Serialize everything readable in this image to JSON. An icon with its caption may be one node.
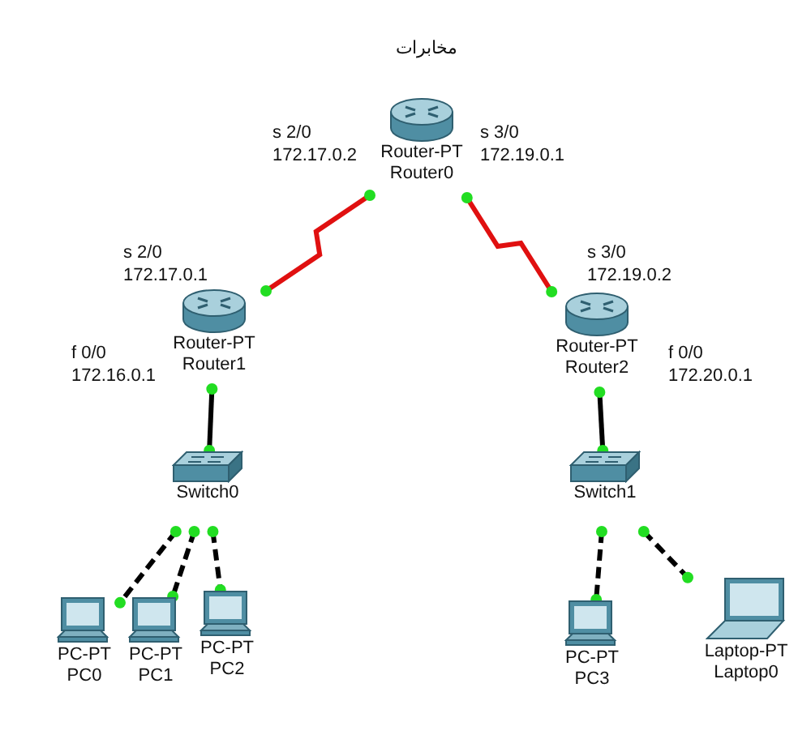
{
  "diagram": {
    "nodes": [
      {
        "text": [
          "Router-PT",
          "Router0"
        ]
      },
      {
        "text": [
          "Router-PT",
          "Router1"
        ]
      },
      {
        "text": [
          "Router-PT",
          "Router2"
        ]
      },
      {
        "text": [
          "Switch0"
        ]
      },
      {
        "text": [
          "Switch1"
        ]
      },
      {
        "text": [
          "PC-PT",
          "PC0"
        ]
      },
      {
        "text": [
          "PC-PT",
          "PC1"
        ]
      },
      {
        "text": [
          "PC-PT",
          "PC2"
        ]
      },
      {
        "text": [
          "PC-PT",
          "PC3"
        ]
      },
      {
        "text": [
          "Laptop-PT",
          "Laptop0"
        ]
      }
    ],
    "edges": [
      {
        "from": 0,
        "to": 1,
        "arrow": "other",
        "color": "#e01010"
      },
      {
        "from": 0,
        "to": 2,
        "arrow": "other",
        "color": "#e01010"
      },
      {
        "from": 1,
        "to": 3,
        "arrow": "other"
      },
      {
        "from": 2,
        "to": 4,
        "arrow": "other"
      },
      {
        "from": 3,
        "to": 5,
        "arrow": "other",
        "style": "dashed"
      },
      {
        "from": 3,
        "to": 6,
        "arrow": "other",
        "style": "dashed"
      },
      {
        "from": 3,
        "to": 7,
        "arrow": "other",
        "style": "dashed"
      },
      {
        "from": 4,
        "to": 8,
        "arrow": "other",
        "style": "dashed"
      },
      {
        "from": 4,
        "to": 9,
        "arrow": "other",
        "style": "dashed"
      }
    ],
    "labels": [
      "مخابرات",
      "s 2/0",
      "172.17.0.2",
      "s 3/0",
      "172.19.0.1",
      "s 2/0",
      "172.17.0.1",
      "f 0/0",
      "172.16.0.1",
      "s 3/0",
      "172.19.0.2",
      "f 0/0",
      "172.20.0.1"
    ]
  }
}
